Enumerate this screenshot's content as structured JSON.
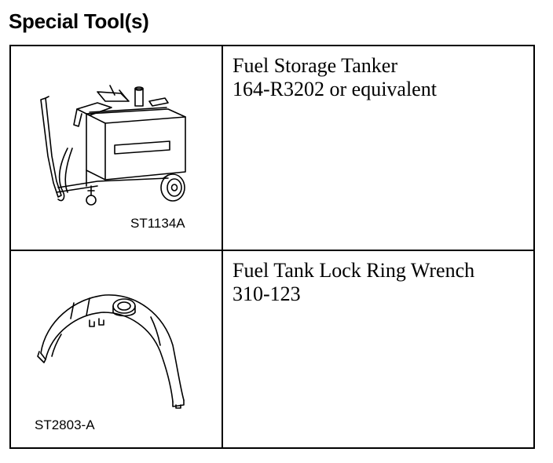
{
  "title": "Special Tool(s)",
  "tools": [
    {
      "illustration_label": "ST1134A",
      "name": "Fuel Storage Tanker",
      "part": "164-R3202 or equivalent",
      "icon": "fuel-storage-tanker-icon"
    },
    {
      "illustration_label": "ST2803-A",
      "name": "Fuel Tank Lock Ring Wrench",
      "part": "310-123",
      "icon": "lock-ring-wrench-icon"
    }
  ]
}
